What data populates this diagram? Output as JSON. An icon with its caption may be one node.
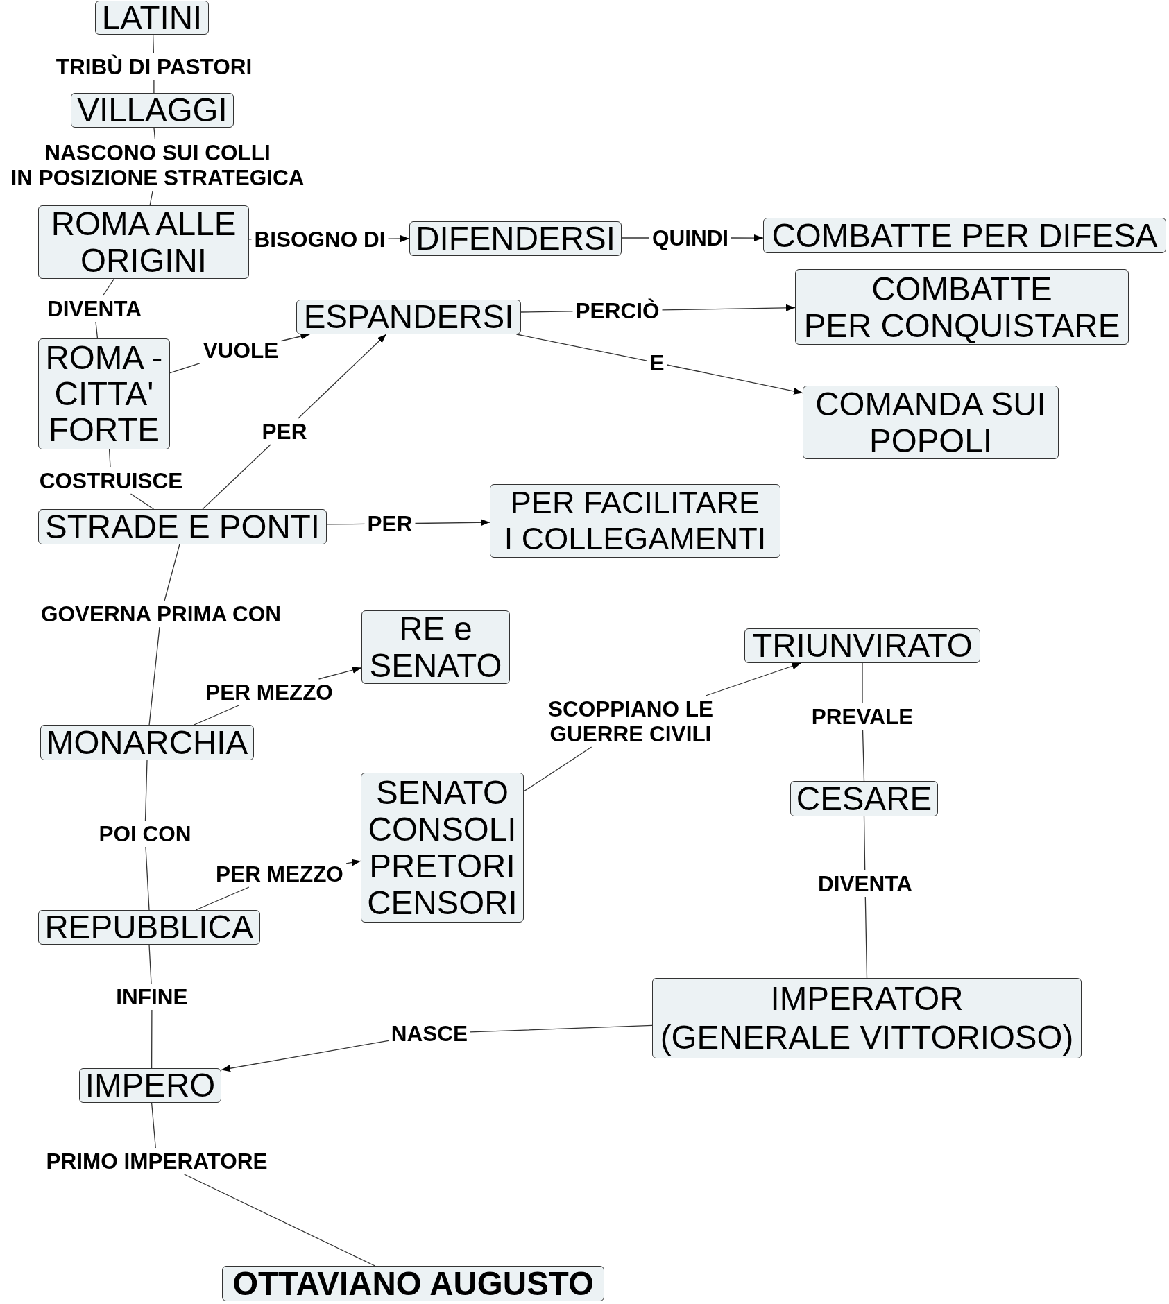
{
  "diagram": {
    "nodes": [
      {
        "text": [
          "LATINI"
        ]
      },
      {
        "text": [
          "VILLAGGI"
        ]
      },
      {
        "text": [
          "ROMA ALLE ORIGINI"
        ]
      },
      {
        "text": [
          "DIFENDERSI"
        ]
      },
      {
        "text": [
          "COMBATTE PER DIFESA"
        ]
      },
      {
        "text": [
          "ESPANDERSI"
        ]
      },
      {
        "text": [
          "COMBATTE PER CONQUISTARE"
        ]
      },
      {
        "text": [
          "ROMA - CITTA' FORTE"
        ]
      },
      {
        "text": [
          "COMANDA SUI POPOLI"
        ]
      },
      {
        "text": [
          "STRADE E PONTI"
        ]
      },
      {
        "text": [
          "PER FACILITARE I COLLEGAMENTI"
        ]
      },
      {
        "text": [
          "RE e SENATO"
        ]
      },
      {
        "text": [
          "TRIUNVIRATO"
        ]
      },
      {
        "text": [
          "MONARCHIA"
        ]
      },
      {
        "text": [
          "SENATO CONSOLI PRETORI CENSORI"
        ]
      },
      {
        "text": [
          "CESARE"
        ]
      },
      {
        "text": [
          "REPUBBLICA"
        ]
      },
      {
        "text": [
          "IMPERATOR (GENERALE VITTORIOSO)"
        ]
      },
      {
        "text": [
          "IMPERO"
        ]
      },
      {
        "text": [
          "OTTAVIANO AUGUSTO"
        ]
      }
    ],
    "edges": [
      {
        "from": 0,
        "to": 1,
        "arrow": "none",
        "label": "TRIBÙ DI PASTORI"
      },
      {
        "from": 1,
        "to": 2,
        "arrow": "none",
        "label": "NASCONO SUI COLLI IN POSIZIONE STRATEGICA"
      },
      {
        "from": 2,
        "to": 3,
        "arrow": "to",
        "label": "BISOGNO DI"
      },
      {
        "from": 3,
        "to": 4,
        "arrow": "to",
        "label": "QUINDI"
      },
      {
        "from": 2,
        "to": 7,
        "arrow": "none",
        "label": "DIVENTA"
      },
      {
        "from": 7,
        "to": 5,
        "arrow": "to",
        "label": "VUOLE"
      },
      {
        "from": 5,
        "to": 6,
        "arrow": "to",
        "label": "PERCIÒ"
      },
      {
        "from": 5,
        "to": 8,
        "arrow": "to",
        "label": "E"
      },
      {
        "from": 7,
        "to": 9,
        "arrow": "none",
        "label": "COSTRUISCE"
      },
      {
        "from": 9,
        "to": 5,
        "arrow": "to",
        "label": "PER"
      },
      {
        "from": 9,
        "to": 10,
        "arrow": "to",
        "label": "PER"
      },
      {
        "from": 9,
        "to": 13,
        "arrow": "none",
        "label": "GOVERNA PRIMA CON"
      },
      {
        "from": 13,
        "to": 11,
        "arrow": "to",
        "label": "PER MEZZO"
      },
      {
        "from": 13,
        "to": 16,
        "arrow": "none",
        "label": "POI CON"
      },
      {
        "from": 16,
        "to": 14,
        "arrow": "to",
        "label": "PER MEZZO"
      },
      {
        "from": 14,
        "to": 12,
        "arrow": "to",
        "label": "SCOPPIANO LE GUERRE CIVILI"
      },
      {
        "from": 12,
        "to": 15,
        "arrow": "none",
        "label": "PREVALE"
      },
      {
        "from": 15,
        "to": 17,
        "arrow": "none",
        "label": "DIVENTA"
      },
      {
        "from": 16,
        "to": 18,
        "arrow": "none",
        "label": "INFINE"
      },
      {
        "from": 17,
        "to": 18,
        "arrow": "to",
        "label": "NASCE"
      },
      {
        "from": 18,
        "to": 19,
        "arrow": "none",
        "label": "PRIMO IMPERATORE"
      }
    ]
  }
}
